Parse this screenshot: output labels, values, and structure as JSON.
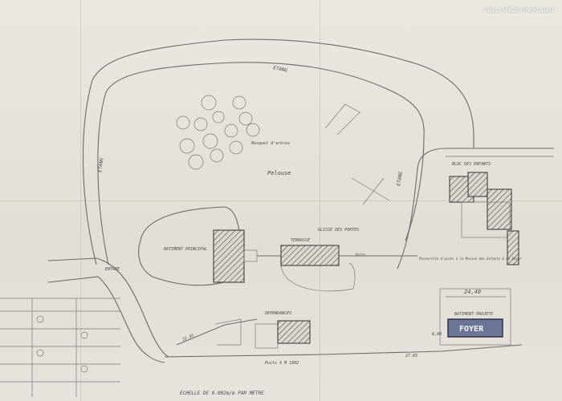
{
  "watermark": "©ALLIANCE Nord-Ouest",
  "labels": {
    "etang_top": "ETANG",
    "etang_left": "ETANG",
    "etang_right": "ETANG",
    "bosquet": "Bosquet d'arbres",
    "pelouse": "Pelouse",
    "batiment_principal": "BATIMENT PRINCIPAL",
    "terrasse": "TERRASSE",
    "glissé_des_portes": "GLISSE DES PORTES",
    "bloc_des_enfants": "BLOC DES ENFANTS",
    "dependances": "DEPENDANCES",
    "entree": "ENTREE",
    "foyer": "FOYER",
    "batiment_projete": "BATIMENT PROJETE",
    "foyer_dim": "24,40",
    "foyer_side": "6,80",
    "passerelle": "Passerelle d'accès à la Maison des Enfants & au Foyer",
    "echelle": "ECHELLE DE 0.002m/m PAR METRE",
    "dim_2295": "22.95",
    "dim_2765": "27.65",
    "puits": "Puits",
    "bottom_dim": "Puits X  M  1982"
  }
}
